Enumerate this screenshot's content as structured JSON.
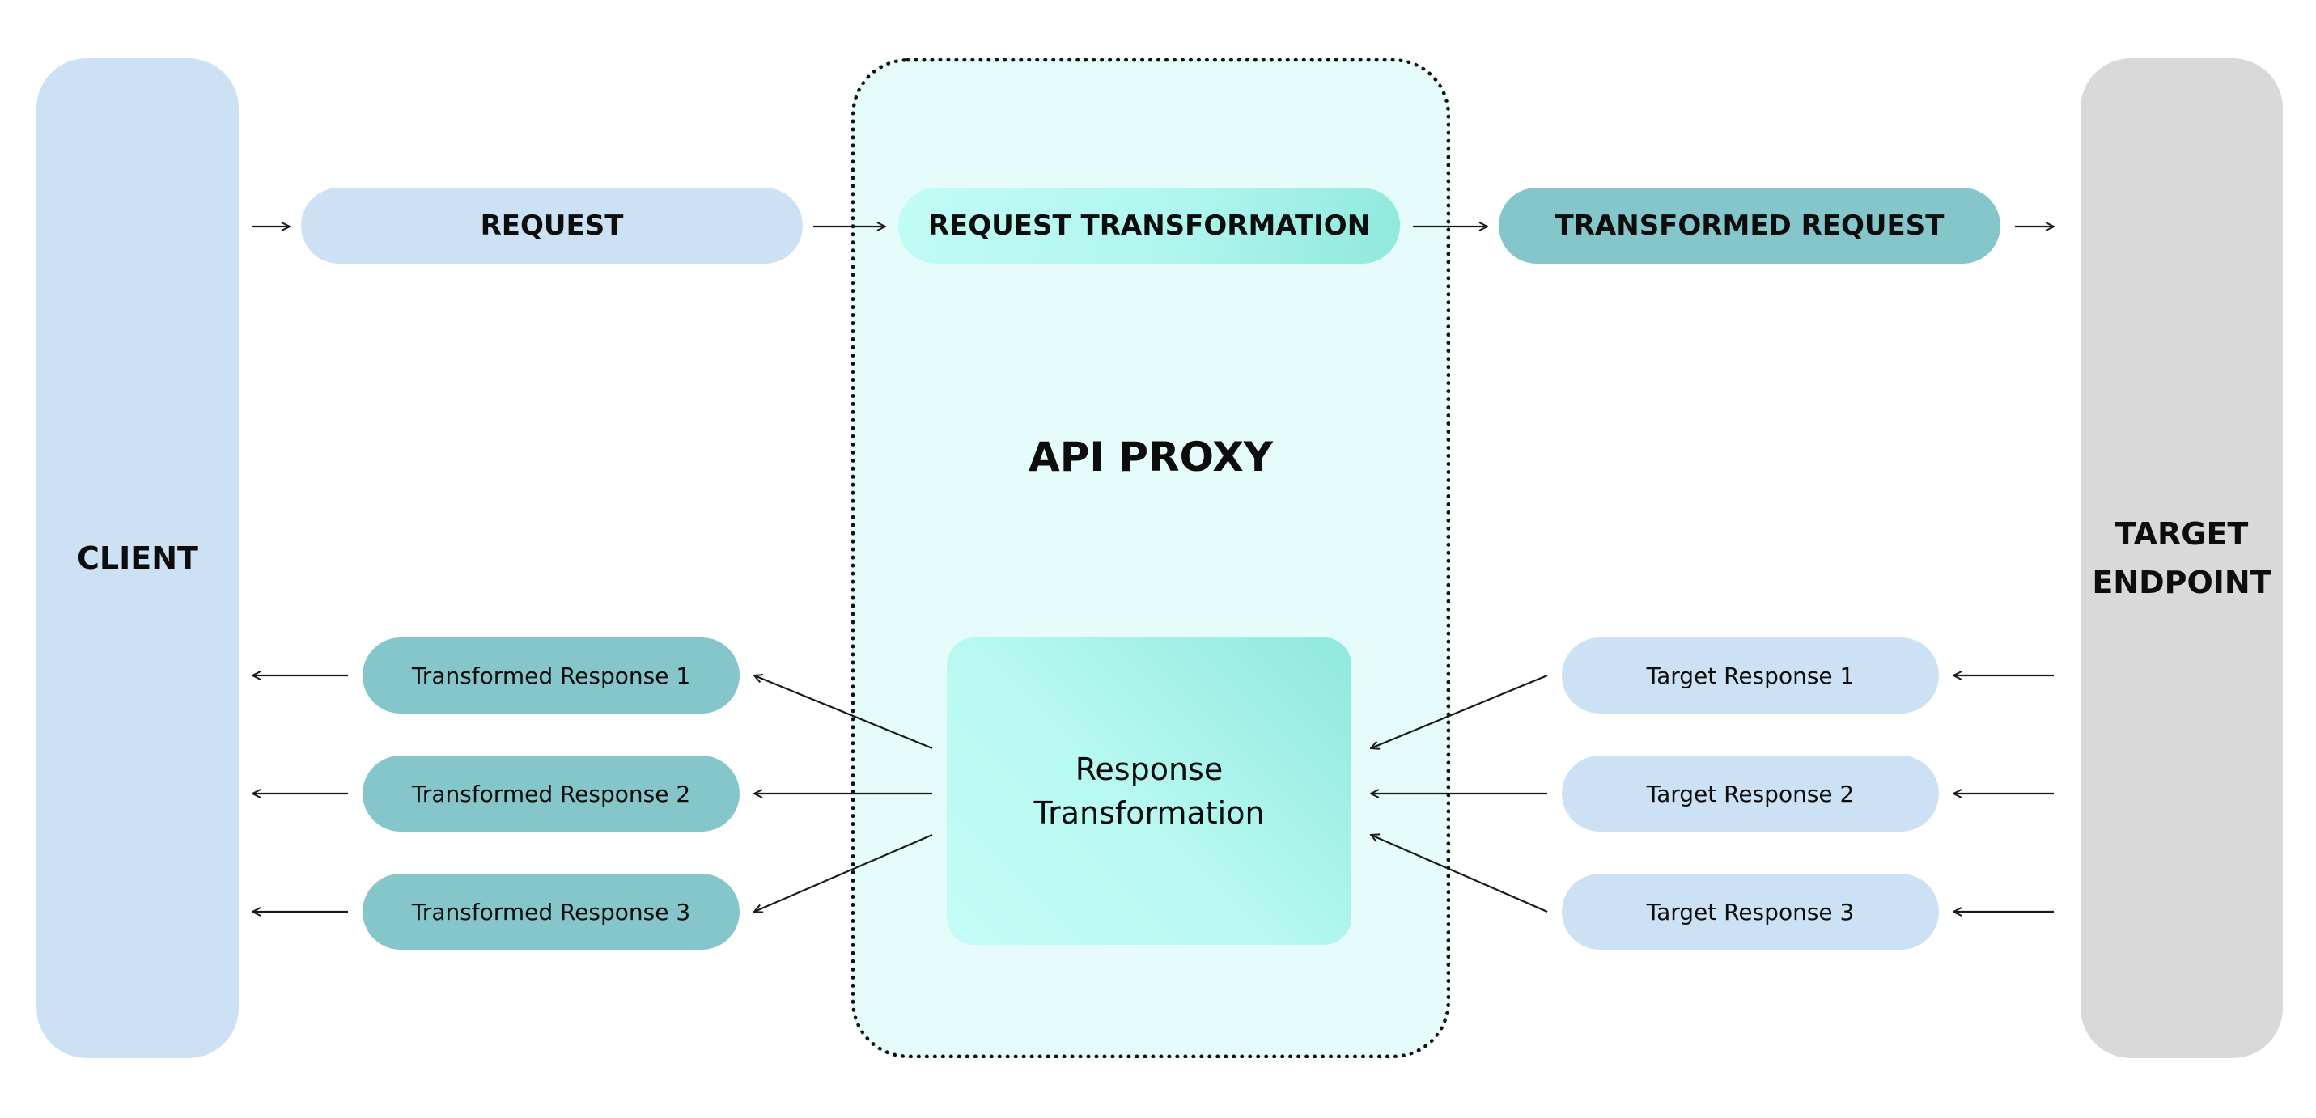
{
  "client": {
    "label": "CLIENT"
  },
  "proxy": {
    "title": "API PROXY"
  },
  "target": {
    "label": "TARGET\nENDPOINT"
  },
  "request_flow": {
    "request": "REQUEST",
    "request_transformation": "REQUEST TRANSFORMATION",
    "transformed_request": "TRANSFORMED REQUEST"
  },
  "response_transformation": {
    "label": "Response\nTransformation"
  },
  "transformed_responses": [
    "Transformed Response 1",
    "Transformed Response 2",
    "Transformed Response 3"
  ],
  "target_responses": [
    "Target Response 1",
    "Target Response 2",
    "Target Response 3"
  ],
  "colors": {
    "client": "#cde1f5",
    "target": "#d9d9d9",
    "proxy": "#e6fcfa",
    "transformed": "#84c6ca",
    "transformation": "#b0f6ef"
  }
}
